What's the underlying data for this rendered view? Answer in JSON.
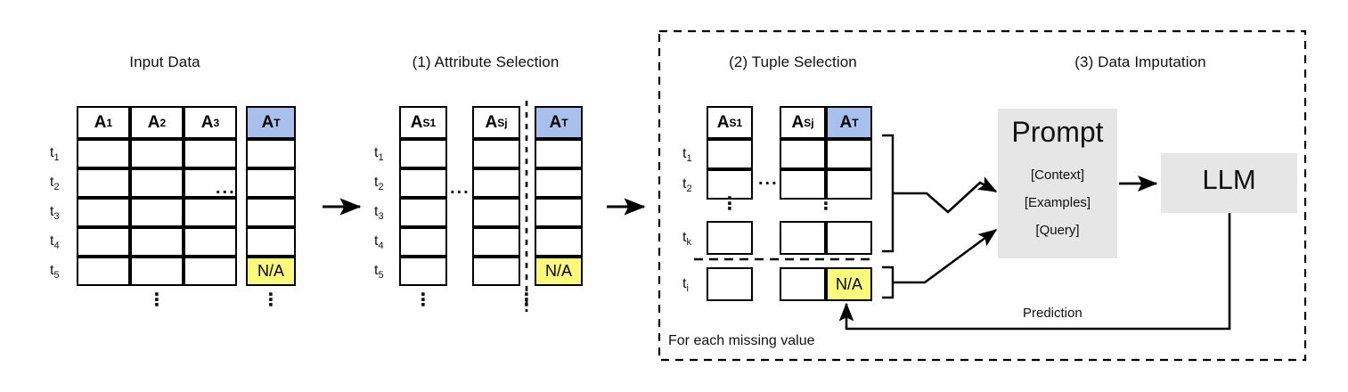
{
  "figure": {
    "title_input": "Input Data",
    "title_step1": "(1) Attribute Selection",
    "title_step2": "(2) Tuple Selection",
    "title_step3": "(3) Data Imputation",
    "loop_label": "For each missing value",
    "prediction_label": "Prediction",
    "ellipsis_h": "...",
    "ellipsis_v": "⋮",
    "colors": {
      "target_attribute": "#a8c0ec",
      "missing_value": "#fafa7a",
      "box_fill": "#e6e6e6",
      "stroke": "#000000"
    }
  },
  "input_table": {
    "headers": [
      "A",
      "A",
      "A"
    ],
    "header_subs": [
      "1",
      "2",
      "3"
    ],
    "target_header": "A",
    "target_header_sub": "T",
    "row_labels": [
      {
        "base": "t",
        "sub": "1"
      },
      {
        "base": "t",
        "sub": "2"
      },
      {
        "base": "t",
        "sub": "3"
      },
      {
        "base": "t",
        "sub": "4"
      },
      {
        "base": "t",
        "sub": "5"
      }
    ],
    "missing_cell": "N/A",
    "missing_row_index": 4
  },
  "step1_table": {
    "headers": [
      "A",
      "A"
    ],
    "header_subs": [
      "S1",
      "Sj"
    ],
    "target_header": "A",
    "target_header_sub": "T",
    "row_labels": [
      {
        "base": "t",
        "sub": "1"
      },
      {
        "base": "t",
        "sub": "2"
      },
      {
        "base": "t",
        "sub": "3"
      },
      {
        "base": "t",
        "sub": "4"
      },
      {
        "base": "t",
        "sub": "5"
      }
    ],
    "missing_cell": "N/A",
    "missing_row_index": 4
  },
  "step2_table": {
    "headers": [
      "A",
      "A"
    ],
    "header_subs": [
      "S1",
      "Sj"
    ],
    "target_header": "A",
    "target_header_sub": "T",
    "row_labels": [
      {
        "base": "t",
        "sub": "1"
      },
      {
        "base": "t",
        "sub": "2"
      },
      {
        "base": "t",
        "sub": "k"
      },
      {
        "base": "t",
        "sub": "i"
      }
    ],
    "missing_cell": "N/A"
  },
  "step3": {
    "prompt_title": "Prompt",
    "prompt_lines": [
      "[Context]",
      "[Examples]",
      "[Query]"
    ],
    "llm_label": "LLM"
  }
}
